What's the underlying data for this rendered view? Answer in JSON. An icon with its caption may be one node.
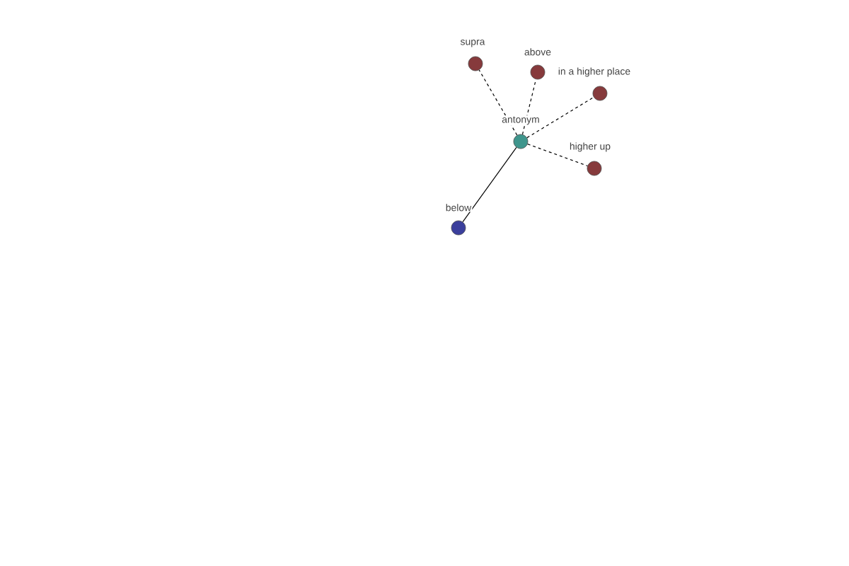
{
  "diagram": {
    "nodes": [
      {
        "text": [
          "antonym"
        ]
      },
      {
        "text": [
          "supra"
        ]
      },
      {
        "text": [
          "above"
        ]
      },
      {
        "text": [
          "in a higher place"
        ]
      },
      {
        "text": [
          "higher up"
        ]
      },
      {
        "text": [
          "below"
        ]
      }
    ],
    "edges": [
      {
        "from": 0,
        "to": 1,
        "arrow": "none",
        "style": "dashed"
      },
      {
        "from": 0,
        "to": 2,
        "arrow": "none",
        "style": "dashed"
      },
      {
        "from": 0,
        "to": 3,
        "arrow": "none",
        "style": "dashed"
      },
      {
        "from": 0,
        "to": 4,
        "arrow": "none",
        "style": "dashed"
      },
      {
        "from": 0,
        "to": 5,
        "arrow": "none"
      }
    ]
  }
}
